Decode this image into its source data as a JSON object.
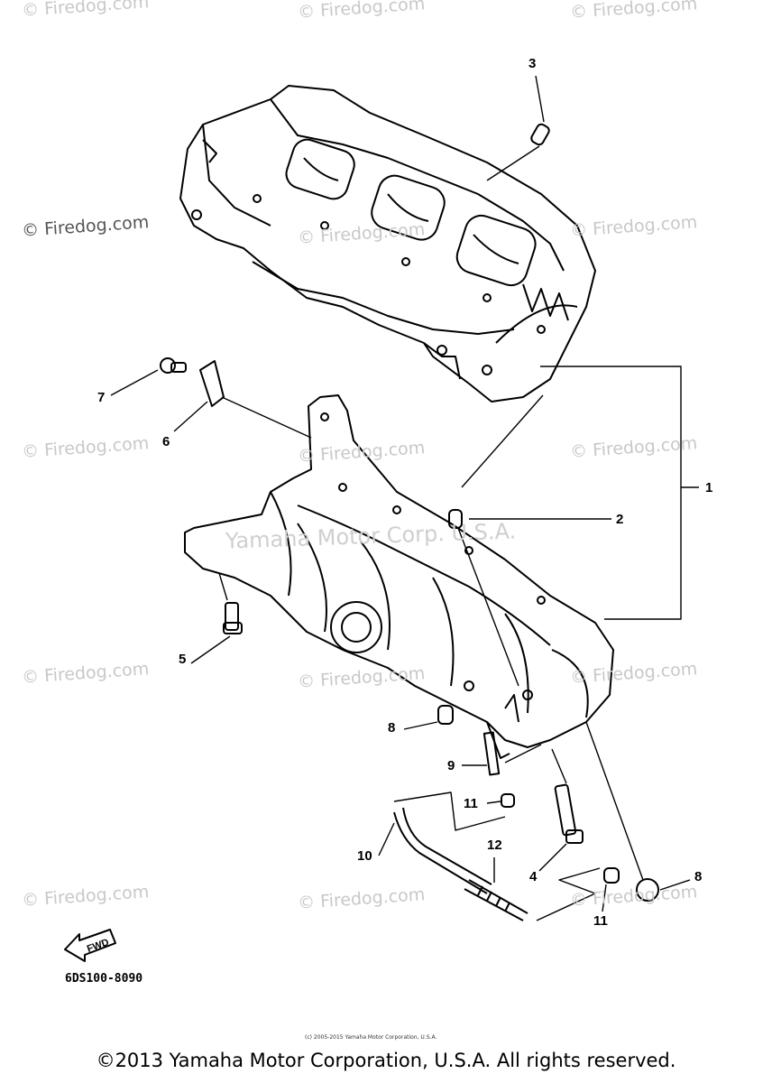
{
  "watermarks": [
    "© Firedog.com"
  ],
  "mid_watermark": "Yamaha Motor Corp. U.S.A.",
  "callouts": {
    "c1": "1",
    "c2": "2",
    "c3": "3",
    "c4": "4",
    "c5": "5",
    "c6": "6",
    "c7": "7",
    "c8a": "8",
    "c8b": "8",
    "c9": "9",
    "c10": "10",
    "c11a": "11",
    "c11b": "11",
    "c12": "12"
  },
  "front_marker": "FWD",
  "diagram_code": "6DS100-8090",
  "small_notice": "(c) 2005-2015 Yamaha Motor Corporation, U.S.A.",
  "copyright": "©2013 Yamaha Motor Corporation, U.S.A. All rights reserved."
}
